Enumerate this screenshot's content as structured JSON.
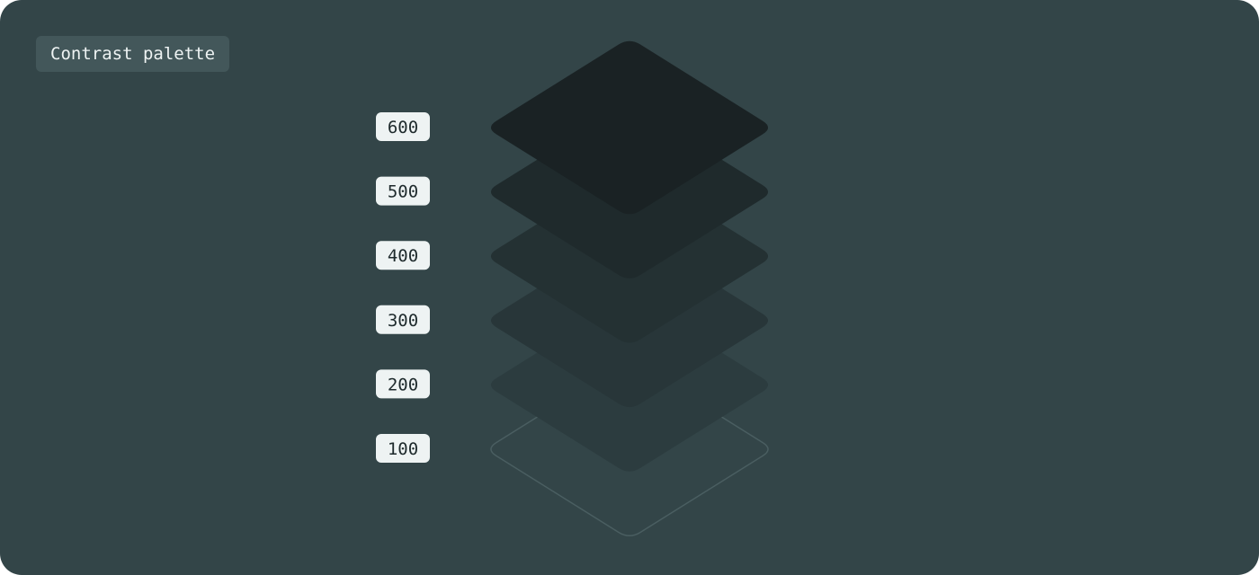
{
  "title": "Contrast palette",
  "layers": [
    {
      "label": "100",
      "fill": "#334548",
      "stroke": "#4a5e61"
    },
    {
      "label": "200",
      "fill": "#2c3c3f",
      "stroke": "none"
    },
    {
      "label": "300",
      "fill": "#283639",
      "stroke": "none"
    },
    {
      "label": "400",
      "fill": "#243133",
      "stroke": "none"
    },
    {
      "label": "500",
      "fill": "#1f2a2c",
      "stroke": "none"
    },
    {
      "label": "600",
      "fill": "#1a2224",
      "stroke": "none"
    }
  ],
  "colors": {
    "background": "#334548",
    "chip": "#43575a",
    "label_bg": "#eef3f3",
    "label_text": "#1e2a2c"
  }
}
